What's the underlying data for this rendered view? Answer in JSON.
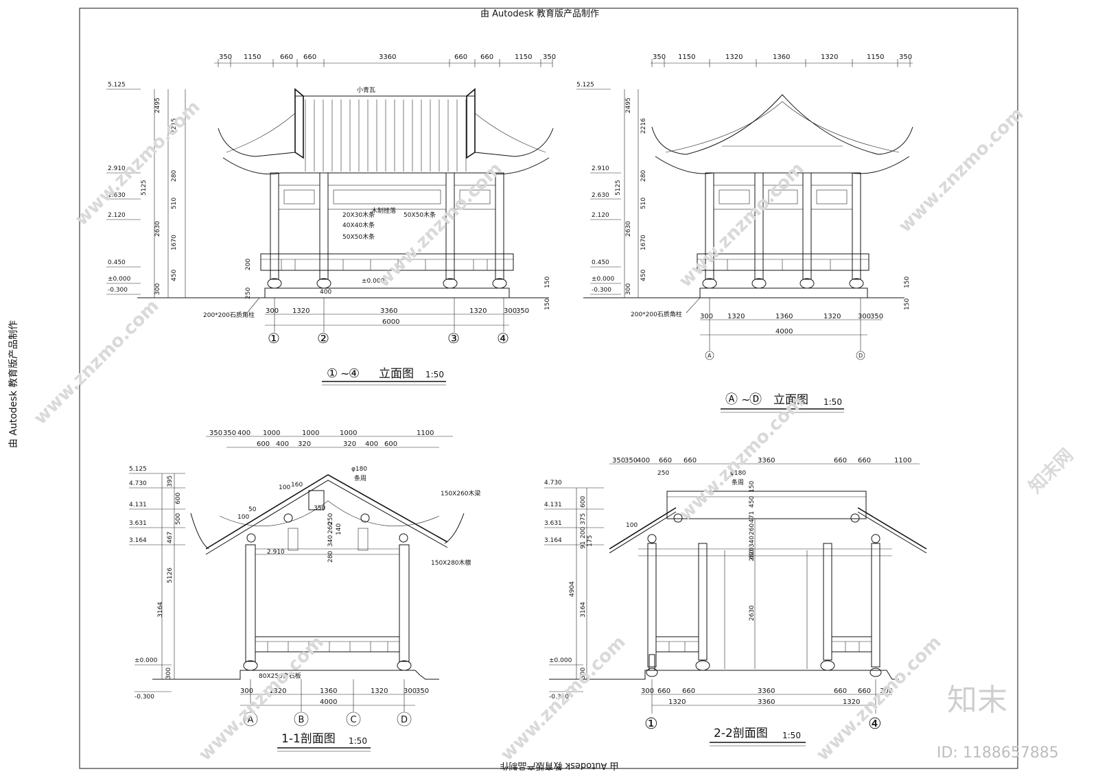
{
  "frame": {
    "top_text": "由 Autodesk 教育版产品制作",
    "bottom_text": "由 Autodesk 教育版产品制作",
    "left_text": "由 Autodesk 教育版产品制作"
  },
  "watermark": {
    "site": "www.znzmo.com",
    "site_brand": "知末网",
    "logo": "知末",
    "id_label": "ID: 1188657885"
  },
  "view1": {
    "title_axes_a": "①",
    "title_sep": "~",
    "title_axes_b": "④",
    "title_text": "立面图",
    "scale": "1:50",
    "top_dims": [
      "350",
      "1150",
      "660",
      "660",
      "3360",
      "660",
      "660",
      "1150",
      "350"
    ],
    "bottom_dims": [
      "300",
      "1320",
      "3360",
      "1320",
      "300",
      "350"
    ],
    "total": "6000",
    "axes": [
      "①",
      "②",
      "③",
      "④"
    ],
    "levels": [
      "5.125",
      "2.910",
      "2.630",
      "2.120",
      "0.450",
      "±0.000",
      "-0.300"
    ],
    "left_dims": [
      "2495",
      "2215",
      "280",
      "510",
      "1670",
      "2630",
      "450",
      "300",
      "5125"
    ],
    "right_dims": [
      "150",
      "150"
    ],
    "misc_dims": [
      "200",
      "250",
      "400"
    ],
    "labels": {
      "tile": "小青瓦",
      "hang": "木制挂落",
      "s1": "20X30木条",
      "s2": "40X40木条",
      "s3": "50X50木条",
      "s4": "50X50木条",
      "col": "200*200石质角柱",
      "ground": "±0.000"
    }
  },
  "view2": {
    "title_axes_a": "Ⓐ",
    "title_sep": "~",
    "title_axes_b": "Ⓓ",
    "title_text": "立面图",
    "scale": "1:50",
    "top_dims": [
      "350",
      "1150",
      "1320",
      "1360",
      "1320",
      "1150",
      "350"
    ],
    "bottom_dims": [
      "300",
      "1320",
      "1360",
      "1320",
      "300",
      "350"
    ],
    "total": "4000",
    "axes": [
      "A",
      "D"
    ],
    "levels": [
      "5.125",
      "2.910",
      "2.630",
      "2.120",
      "0.450",
      "±0.000",
      "-0.300"
    ],
    "left_dims": [
      "2495",
      "2216",
      "280",
      "510",
      "1670",
      "2630",
      "450",
      "300",
      "5125"
    ],
    "right_dims": [
      "150",
      "150"
    ],
    "labels": {
      "col": "200*200石质角柱"
    }
  },
  "view3": {
    "title_text": "1-1剖面图",
    "scale": "1:50",
    "top_dims": [
      "350",
      "350",
      "400",
      "1000",
      "1000",
      "1000",
      "1100"
    ],
    "top_dims2": [
      "600",
      "400",
      "320",
      "320",
      "400",
      "600"
    ],
    "bottom_dims": [
      "300",
      "1320",
      "1360",
      "1320",
      "300",
      "350"
    ],
    "total": "4000",
    "axes": [
      "A",
      "B",
      "C",
      "D"
    ],
    "levels": [
      "5.125",
      "4.730",
      "4.131",
      "3.631",
      "3.164",
      "2.910",
      "±0.000",
      "-0.300"
    ],
    "left_dims": [
      "395",
      "600",
      "500",
      "467",
      "5126",
      "3164",
      "300"
    ],
    "mid_dims": [
      "250",
      "280",
      "340",
      "260",
      "140",
      "350"
    ],
    "labels": {
      "d": "φ180",
      "d2": "条周",
      "beam": "150X260木梁",
      "purlin": "150X280木檩",
      "board": "80X250青石板",
      "slope1": "100",
      "slope2": "160",
      "slope3": "100",
      "slope4": "50"
    }
  },
  "view4": {
    "title_text": "2-2剖面图",
    "scale": "1:50",
    "top_dims": [
      "350",
      "350",
      "400",
      "660",
      "660",
      "3360",
      "660",
      "660",
      "1100"
    ],
    "bottom_dims": [
      "300",
      "660",
      "660",
      "3360",
      "660",
      "660",
      "300"
    ],
    "bottom_dims2": [
      "1320",
      "3360",
      "1320"
    ],
    "axes": [
      "①",
      "④"
    ],
    "levels": [
      "4.730",
      "4.131",
      "3.631",
      "3.164",
      "±0.000",
      "-0.300"
    ],
    "left_dims": [
      "600",
      "375",
      "200",
      "175",
      "91",
      "4904",
      "3164",
      "300"
    ],
    "mid_dims": [
      "250",
      "450",
      "150",
      "471",
      "260",
      "340",
      "280",
      "620",
      "2630"
    ],
    "labels": {
      "d": "φ180",
      "d2": "条周",
      "slope": "100"
    }
  }
}
